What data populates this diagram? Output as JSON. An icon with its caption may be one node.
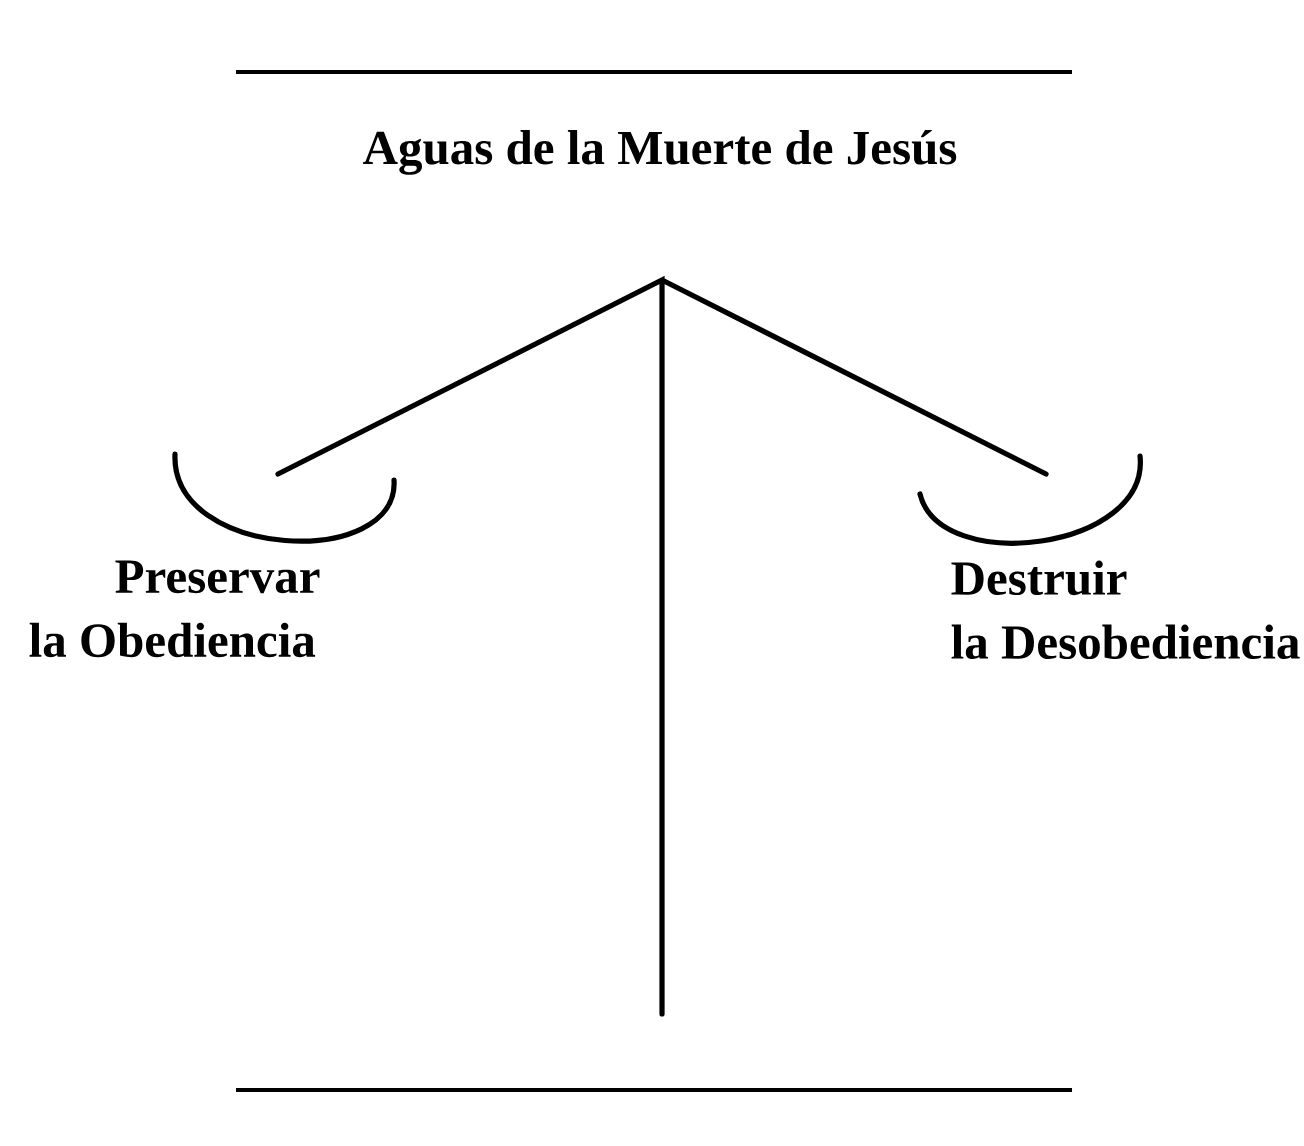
{
  "diagram": {
    "title": "Aguas de la Muerte de Jesús",
    "labels": [
      "Preservar la Obediencia",
      "Destruir la Desobediencia"
    ]
  }
}
